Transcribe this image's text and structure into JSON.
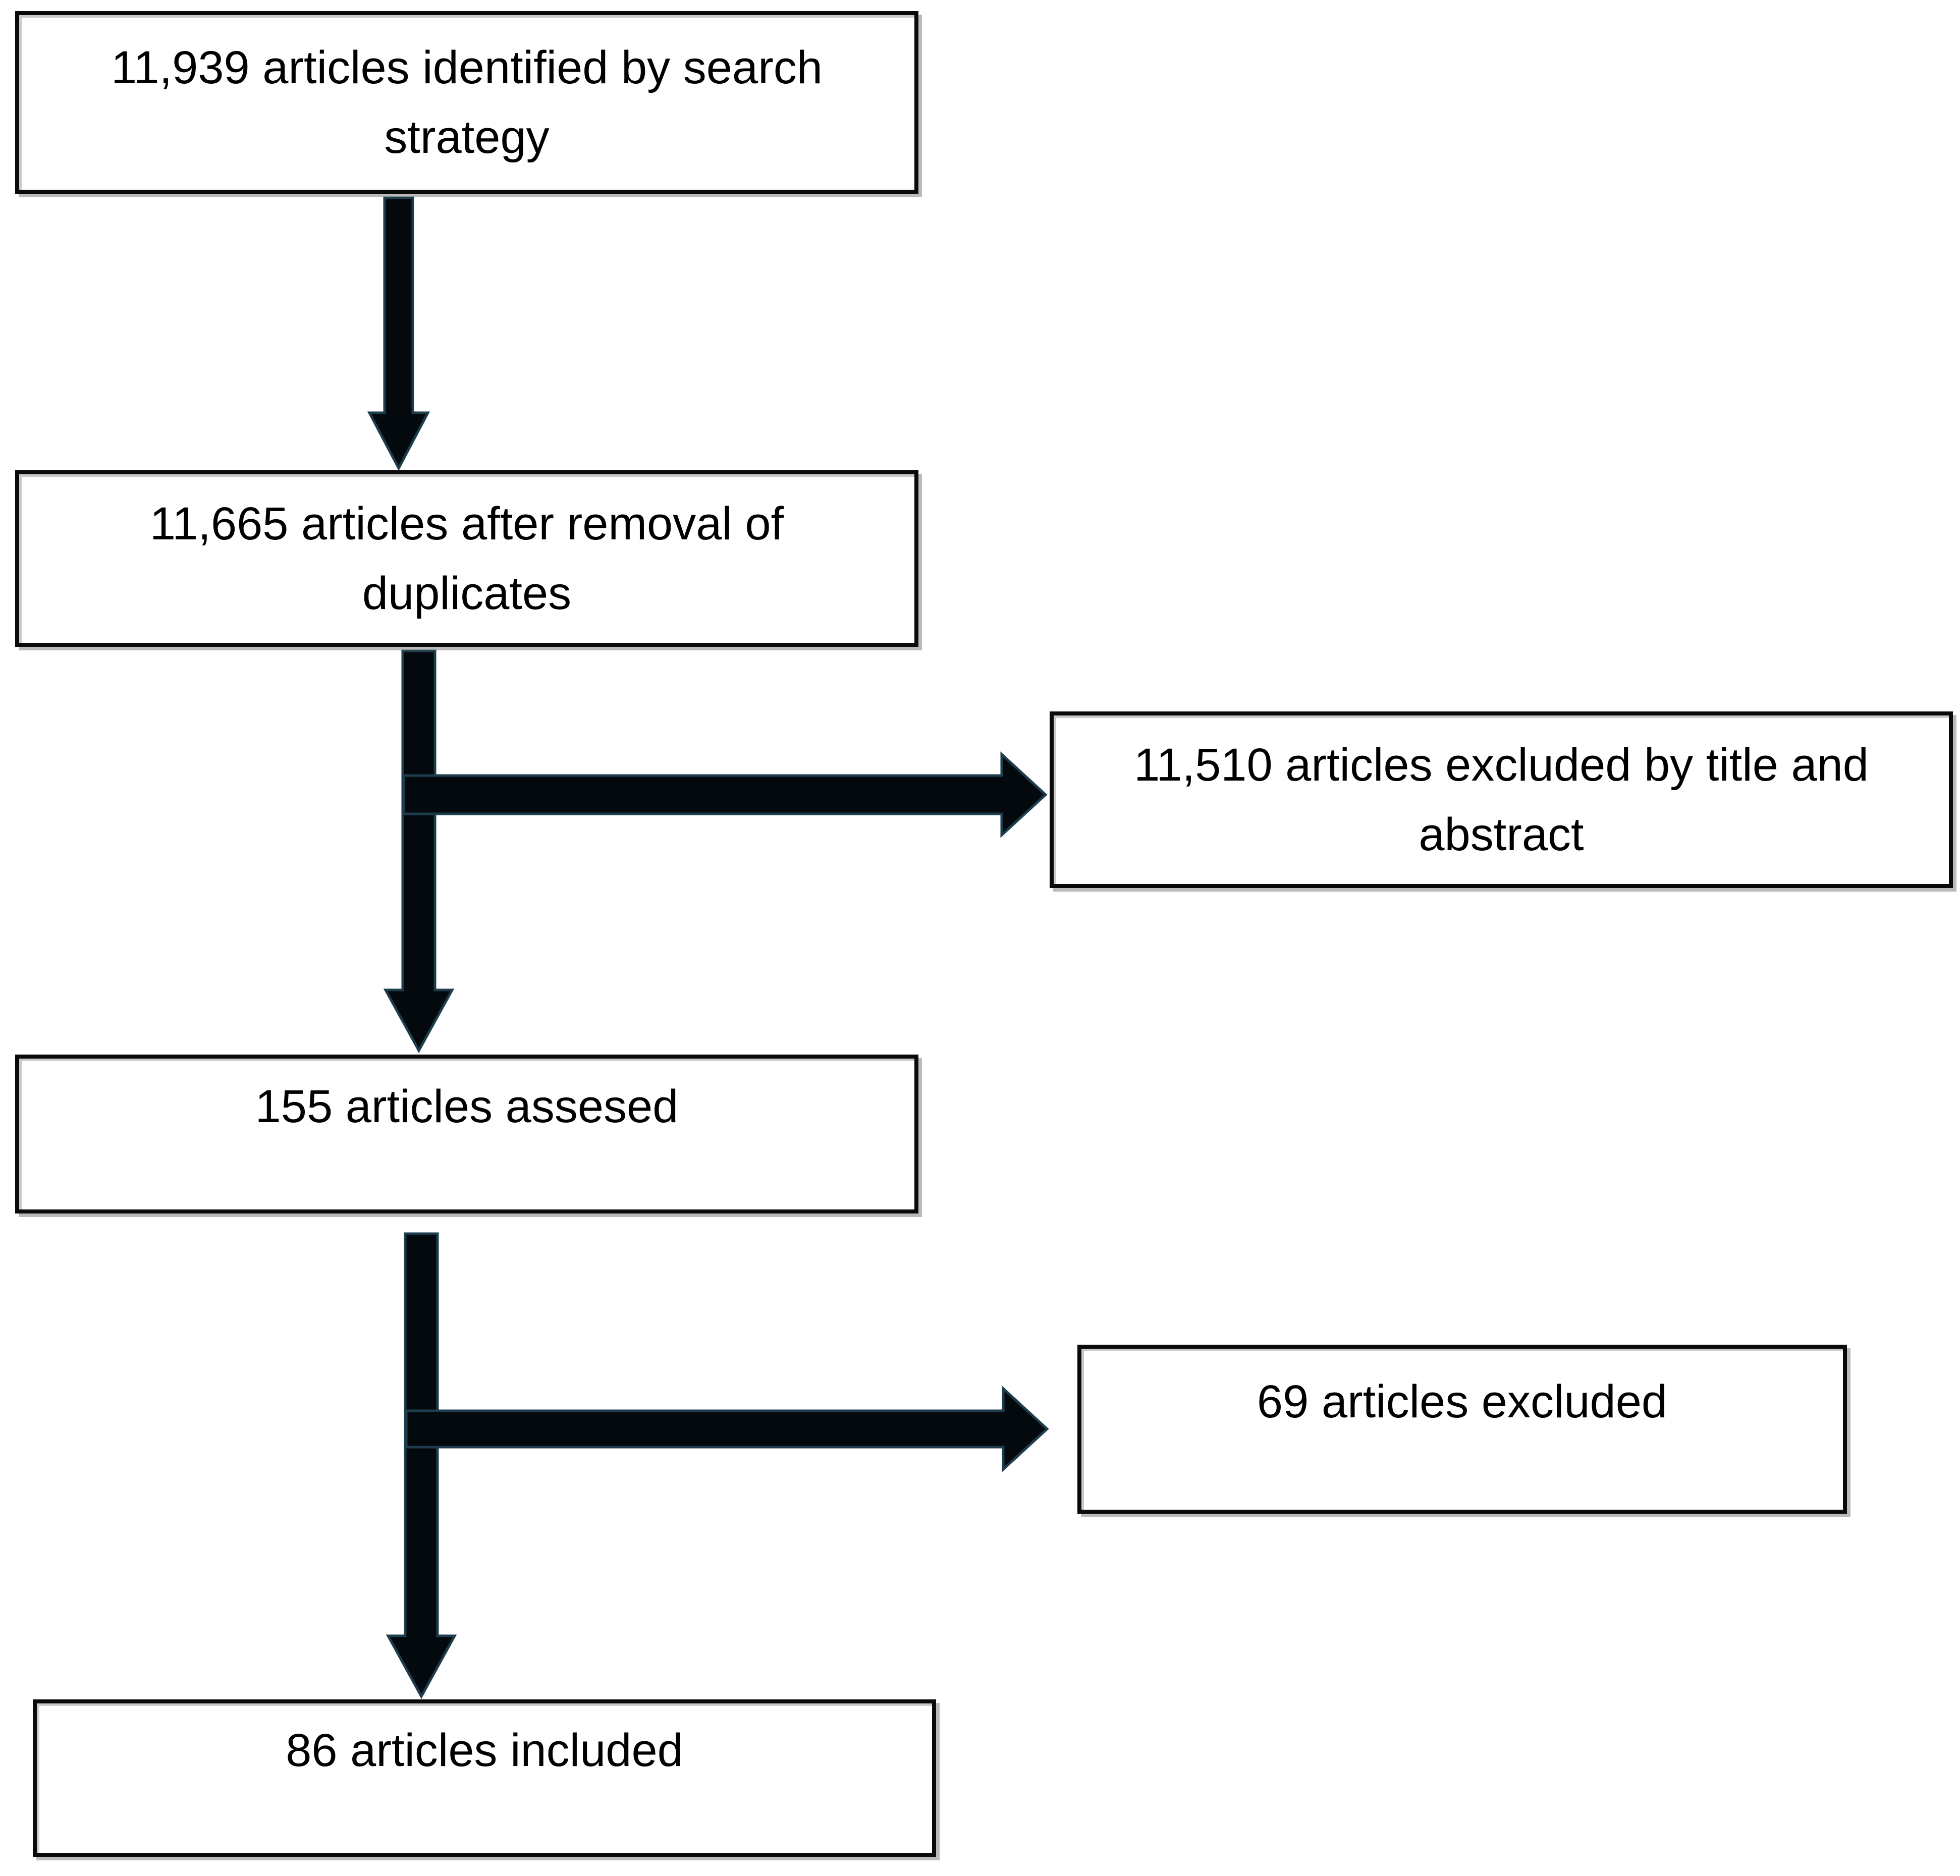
{
  "diagram": {
    "kind": "flowchart",
    "background_color": "#ffffff",
    "box_fill_color": "#ffffff",
    "box_border_color": "#0a0a0a",
    "arrow_color": "#04090e",
    "text_color": "#000000"
  },
  "nodes": {
    "identified": {
      "count": "11,939",
      "lines": [
        "11,939 articles identified by search",
        "strategy"
      ]
    },
    "deduplicated": {
      "count": "11,665",
      "lines": [
        "11,665 articles after removal of",
        "duplicates"
      ]
    },
    "excluded_title_abstract": {
      "count": "11,510",
      "lines": [
        "11,510 articles excluded by title and",
        "abstract"
      ]
    },
    "assessed": {
      "count": "155",
      "lines": [
        "155 articles assesed"
      ]
    },
    "excluded_full": {
      "count": "69",
      "lines": [
        "69 articles excluded"
      ]
    },
    "included": {
      "count": "86",
      "lines": [
        "86 articles included"
      ]
    }
  },
  "edges": [
    {
      "from": "identified",
      "to": "deduplicated"
    },
    {
      "from": "deduplicated",
      "to": "assessed"
    },
    {
      "from": "deduplicated",
      "to": "excluded_title_abstract"
    },
    {
      "from": "assessed",
      "to": "included"
    },
    {
      "from": "assessed",
      "to": "excluded_full"
    }
  ]
}
